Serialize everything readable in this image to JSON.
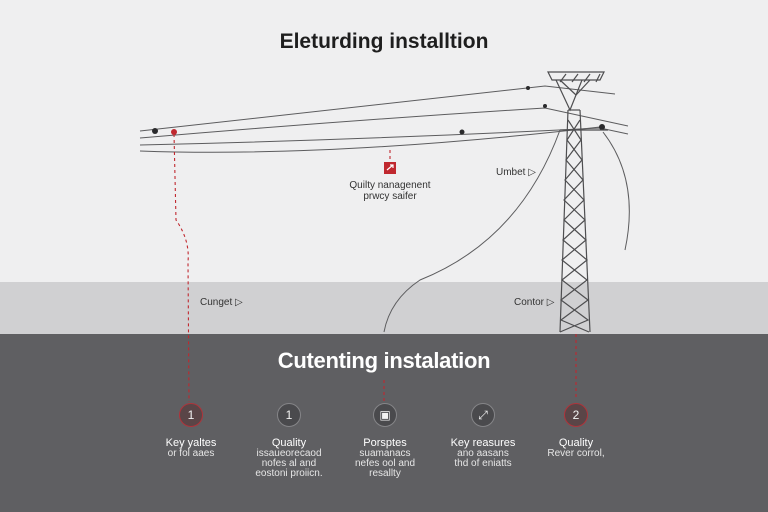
{
  "title": "Eleturding installtion",
  "subtitle": "Cutenting instalation",
  "annotations": {
    "quality_note_line1": "Quilty nanagenent",
    "quality_note_line2": "prwcy saifer",
    "umbet": "Umbet ▷",
    "cunget": "Cunget ▷",
    "contor": "Contor ▷"
  },
  "steps": [
    {
      "badge": "1",
      "title": "Key yaltes",
      "desc_lines": [
        "or fol aaes"
      ],
      "accent": "red"
    },
    {
      "badge": "1",
      "title": "Quality",
      "desc_lines": [
        "issaueorecaod",
        "nofes al and",
        "eostoni proiicn."
      ],
      "accent": "none"
    },
    {
      "badge": "▣",
      "title": "Porsptes",
      "desc_lines": [
        "suamanacs",
        "nefes ool and",
        "resallty"
      ],
      "accent": "none"
    },
    {
      "badge": "⤢",
      "title": "Key reasures",
      "desc_lines": [
        "ano aasans",
        "thd of eniatts"
      ],
      "accent": "none"
    },
    {
      "badge": "2",
      "title": "Quality",
      "desc_lines": [
        "Rever corrol,"
      ],
      "accent": "red"
    }
  ],
  "colors": {
    "accent": "#c0282f",
    "ground": "#5f5f62",
    "band": "#d0d0d2",
    "sky": "#efeff0"
  }
}
